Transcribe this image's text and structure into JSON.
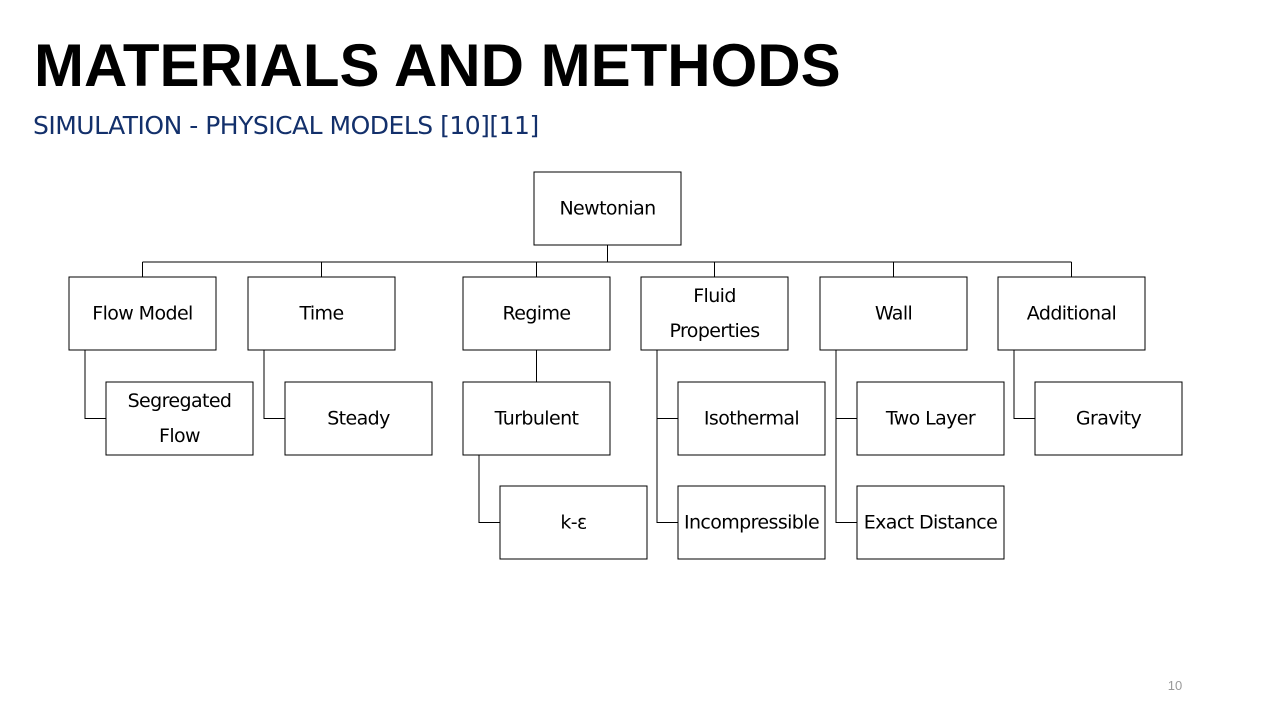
{
  "slide": {
    "title": "MATERIALS AND METHODS",
    "subtitle": "SIMULATION - PHYSICAL MODELS [10][11]",
    "page_number": "10"
  },
  "diagram": {
    "root": {
      "id": "newtonian",
      "lines": [
        "Newtonian"
      ]
    },
    "branches": [
      {
        "id": "flow-model",
        "lines": [
          "Flow Model"
        ],
        "children": [
          {
            "id": "segregated-flow",
            "lines": [
              "Segregated",
              "Flow"
            ]
          }
        ]
      },
      {
        "id": "time",
        "lines": [
          "Time"
        ],
        "children": [
          {
            "id": "steady",
            "lines": [
              "Steady"
            ]
          }
        ]
      },
      {
        "id": "regime",
        "lines": [
          "Regime"
        ],
        "children": [
          {
            "id": "turbulent",
            "lines": [
              "Turbulent"
            ],
            "children": [
              {
                "id": "k-epsilon",
                "lines": [
                  "k-ε"
                ]
              }
            ]
          }
        ]
      },
      {
        "id": "fluid-properties",
        "lines": [
          "Fluid",
          "Properties"
        ],
        "children": [
          {
            "id": "isothermal",
            "lines": [
              "Isothermal"
            ]
          },
          {
            "id": "incompressible",
            "lines": [
              "Incompressible"
            ]
          }
        ]
      },
      {
        "id": "wall",
        "lines": [
          "Wall"
        ],
        "children": [
          {
            "id": "two-layer",
            "lines": [
              "Two Layer"
            ]
          },
          {
            "id": "exact-distance",
            "lines": [
              "Exact Distance"
            ]
          }
        ]
      },
      {
        "id": "additional",
        "lines": [
          "Additional"
        ],
        "children": [
          {
            "id": "gravity",
            "lines": [
              "Gravity"
            ]
          }
        ]
      }
    ]
  },
  "colors": {
    "title": "#000000",
    "subtitle": "#13306b",
    "box_stroke": "#000000",
    "page_number": "#9a9a9a"
  }
}
